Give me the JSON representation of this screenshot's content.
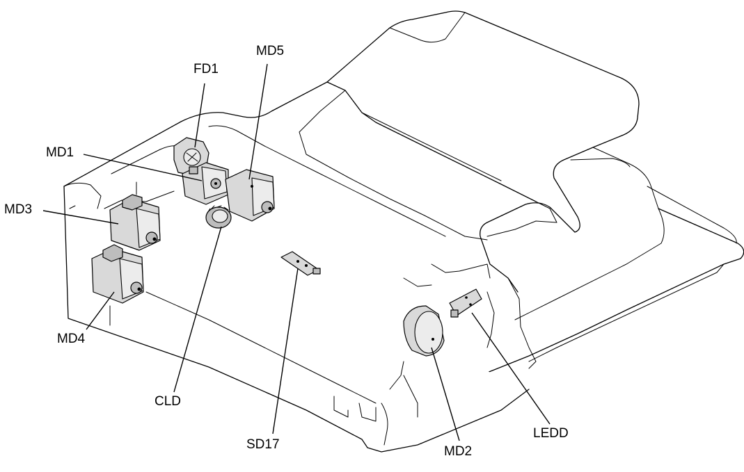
{
  "labels": {
    "fd1": "FD1",
    "md5": "MD5",
    "md1": "MD1",
    "md3": "MD3",
    "md4": "MD4",
    "cld": "CLD",
    "sd17": "SD17",
    "md2": "MD2",
    "ledd": "LEDD"
  },
  "colors": {
    "line": "#000000",
    "component_fill": "#d9d9d9",
    "background": "#ffffff"
  }
}
